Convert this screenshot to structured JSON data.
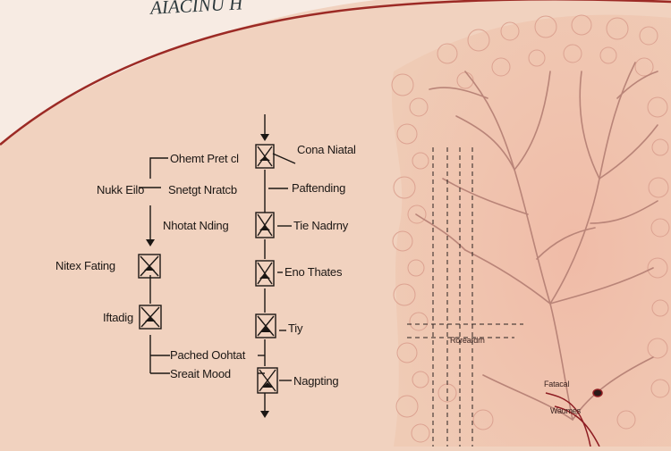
{
  "diagram": {
    "title": "AIACINU H",
    "labels": {
      "ohm_pret": "Ohemt Pret cl",
      "cona_niatal": "Cona Niatal",
      "nukk_eilo": "Nukk Eilo",
      "snetgt": "Snetgt Nratcb",
      "paftending": "Paftending",
      "nhotat": "Nhotat Nding",
      "tie_nadrny": "Tie Nadrny",
      "nitex_fating": "Nitex Fating",
      "eno_thates": "Eno Thates",
      "iftadig": "Iftadig",
      "tiy": "Tiy",
      "pached": "Pached Oohtat",
      "sreait": "Sreait Mood",
      "nagpting": "Nagpting",
      "rbar": "Roreardrh",
      "tissue_top": "Fatacal",
      "tissue_bottom": "Waumes"
    },
    "colors": {
      "background": "#f1d2bf",
      "tissue": "#e9b8a3",
      "vessel": "#b98478",
      "outline": "#9c2a25",
      "red_vessel": "#8e1c22"
    },
    "icons": [
      "gate-icon"
    ]
  }
}
